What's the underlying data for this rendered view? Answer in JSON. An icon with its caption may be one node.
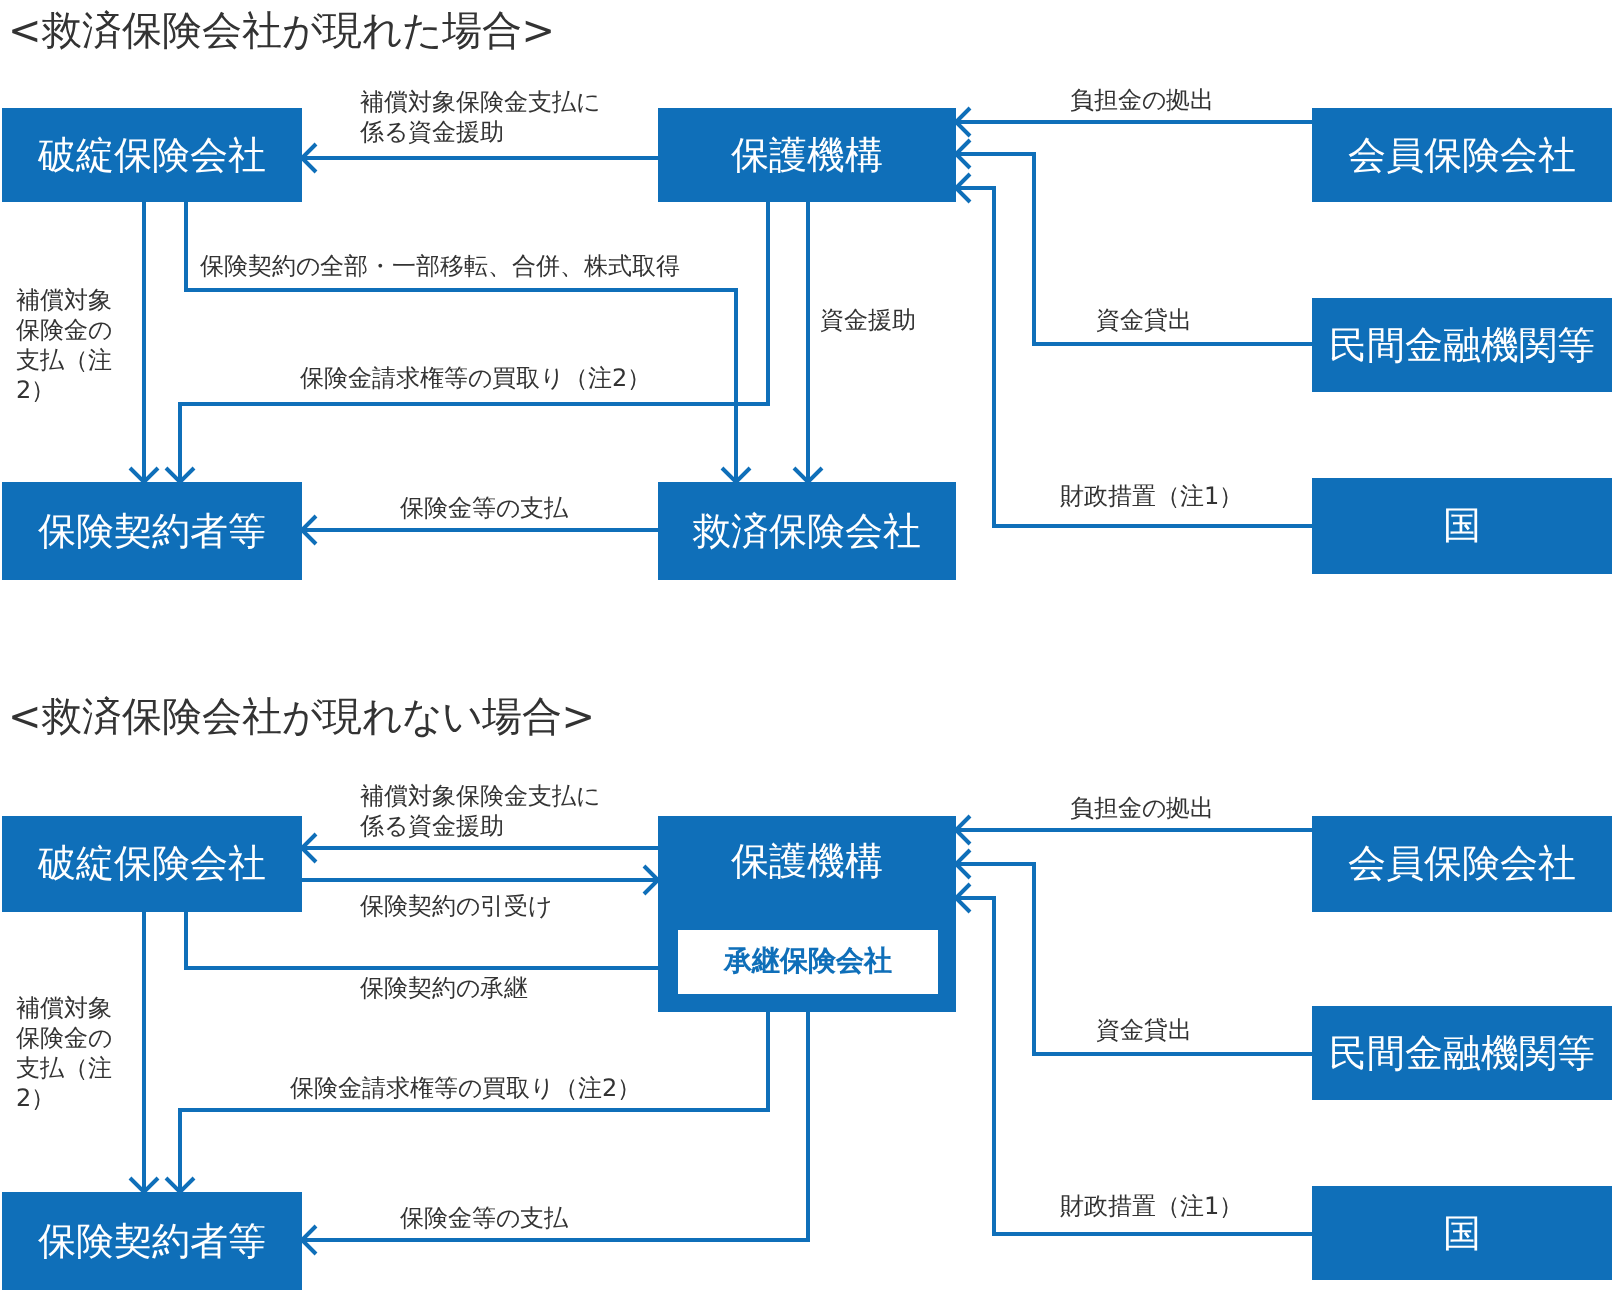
{
  "diagram": {
    "nodes": [
      {
        "text": [
          "破綻保険会社"
        ]
      },
      {
        "text": [
          "保護機構"
        ]
      },
      {
        "text": [
          "会員保険会社"
        ]
      },
      {
        "text": [
          "民間金融機関等"
        ]
      },
      {
        "text": [
          "保険契約者等"
        ]
      },
      {
        "text": [
          "救済保険会社"
        ]
      },
      {
        "text": [
          "国"
        ]
      },
      {
        "text": [
          "破綻保険会社"
        ]
      },
      {
        "text": [
          "保護機構"
        ]
      },
      {
        "text": [
          "承継保険会社"
        ],
        "in": 8
      },
      {
        "text": [
          "会員保険会社"
        ]
      },
      {
        "text": [
          "民間金融機関等"
        ]
      },
      {
        "text": [
          "保険契約者等"
        ]
      },
      {
        "text": [
          "国"
        ]
      }
    ],
    "edges": [
      {
        "from": 1,
        "to": 0,
        "arrow": "to",
        "label": "補償対象保険金支払に係る資金援助"
      },
      {
        "from": 0,
        "to": 5,
        "arrow": "to",
        "label": "保険契約の全部・一部移転、合併、株式取得"
      },
      {
        "from": 1,
        "to": 4,
        "arrow": "to",
        "label": "保険金請求権等の買取り（注2）"
      },
      {
        "from": 1,
        "to": 5,
        "arrow": "to",
        "label": "資金援助"
      },
      {
        "from": 0,
        "to": 4,
        "arrow": "to",
        "label": "補償対象保険金の支払（注2）"
      },
      {
        "from": 5,
        "to": 4,
        "arrow": "to",
        "label": "保険金等の支払"
      },
      {
        "from": 2,
        "to": 1,
        "arrow": "to",
        "label": "負担金の拠出"
      },
      {
        "from": 3,
        "to": 1,
        "arrow": "to",
        "label": "資金貸出"
      },
      {
        "from": 6,
        "to": 1,
        "arrow": "to",
        "label": "財政措置（注1）"
      },
      {
        "from": 8,
        "to": 7,
        "arrow": "to",
        "label": "補償対象保険金支払に係る資金援助"
      },
      {
        "from": 7,
        "to": 8,
        "arrow": "to",
        "label": "保険契約の引受け"
      },
      {
        "from": 7,
        "to": 9,
        "arrow": "to",
        "label": "保険契約の承継"
      },
      {
        "from": 7,
        "to": 12,
        "arrow": "to",
        "label": "補償対象保険金の支払（注2）"
      },
      {
        "from": 8,
        "to": 12,
        "arrow": "to",
        "label": "保険金請求権等の買取り（注2）"
      },
      {
        "from": 8,
        "to": 12,
        "arrow": "to",
        "label": "保険金等の支払"
      },
      {
        "from": 10,
        "to": 8,
        "arrow": "to",
        "label": "負担金の拠出"
      },
      {
        "from": 11,
        "to": 8,
        "arrow": "to",
        "label": "資金貸出"
      },
      {
        "from": 13,
        "to": 8,
        "arrow": "to",
        "label": "財政措置（注1）"
      }
    ],
    "labels": [
      "<救済保険会社が現れた場合>",
      "<救済保険会社が現れない場合>"
    ]
  }
}
